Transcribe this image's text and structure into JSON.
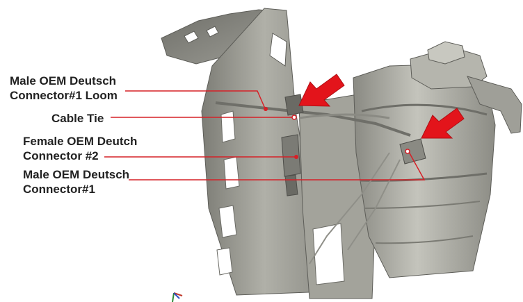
{
  "labels": {
    "male_loom": {
      "line1": "Male OEM Deutsch",
      "line2": "Connector#1 Loom"
    },
    "cable_tie": "Cable Tie",
    "female": {
      "line1": "Female OEM Deutch",
      "line2": "Connector #2"
    },
    "male_1": {
      "line1": "Male OEM Deutsch",
      "line2": "Connector#1"
    }
  },
  "colors": {
    "leader_line": "#d62027",
    "arrow": "#e3141b",
    "part_gray": "#9a9a92",
    "text": "#222222"
  }
}
